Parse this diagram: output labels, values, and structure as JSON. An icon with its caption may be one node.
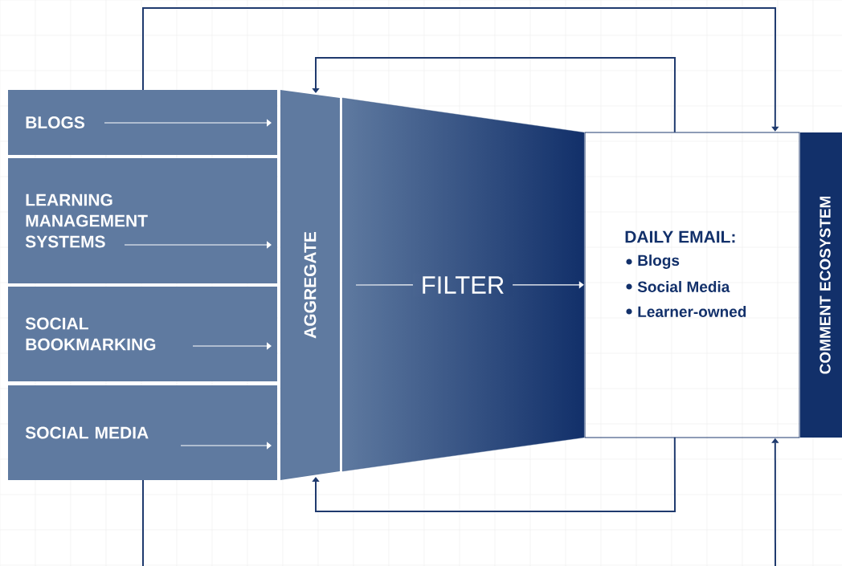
{
  "diagram": {
    "nodes": [
      {
        "text": [
          "BLOGS"
        ]
      },
      {
        "text": [
          "LEARNING MANAGEMENT SYSTEMS"
        ]
      },
      {
        "text": [
          "SOCIAL BOOKMARKING"
        ]
      },
      {
        "text": [
          "SOCIAL MEDIA"
        ]
      },
      {
        "text": [
          "AGGREGATE"
        ]
      },
      {
        "text": [],
        "shape": "trapezoid"
      },
      {
        "text": [
          "DAILY EMAIL:",
          "Blogs",
          "Social Media",
          "Learner-owned"
        ]
      },
      {
        "text": [
          "COMMENT ECOSYSTEM"
        ]
      }
    ],
    "edges": [
      {
        "from": 0,
        "to": 4,
        "arrow": "to",
        "color": "#ffffff"
      },
      {
        "from": 1,
        "to": 4,
        "arrow": "to",
        "color": "#ffffff"
      },
      {
        "from": 2,
        "to": 4,
        "arrow": "to",
        "color": "#ffffff"
      },
      {
        "from": 3,
        "to": 4,
        "arrow": "to",
        "color": "#ffffff"
      },
      {
        "from": 5,
        "to": 6,
        "arrow": "to",
        "label": "FILTER",
        "color": "#ffffff"
      },
      {
        "from": 0,
        "to": 6,
        "arrow": "to",
        "color": "#1f3a6e"
      },
      {
        "from": 6,
        "to": 4,
        "arrow": "to",
        "color": "#1f3a6e"
      },
      {
        "from": 6,
        "to": 4,
        "arrow": "to",
        "color": "#1f3a6e"
      },
      {
        "from": 3,
        "to": null,
        "arrow": "none",
        "color": "#1f3a6e"
      },
      {
        "from": null,
        "to": 6,
        "arrow": "to",
        "color": "#1f3a6e"
      }
    ]
  }
}
